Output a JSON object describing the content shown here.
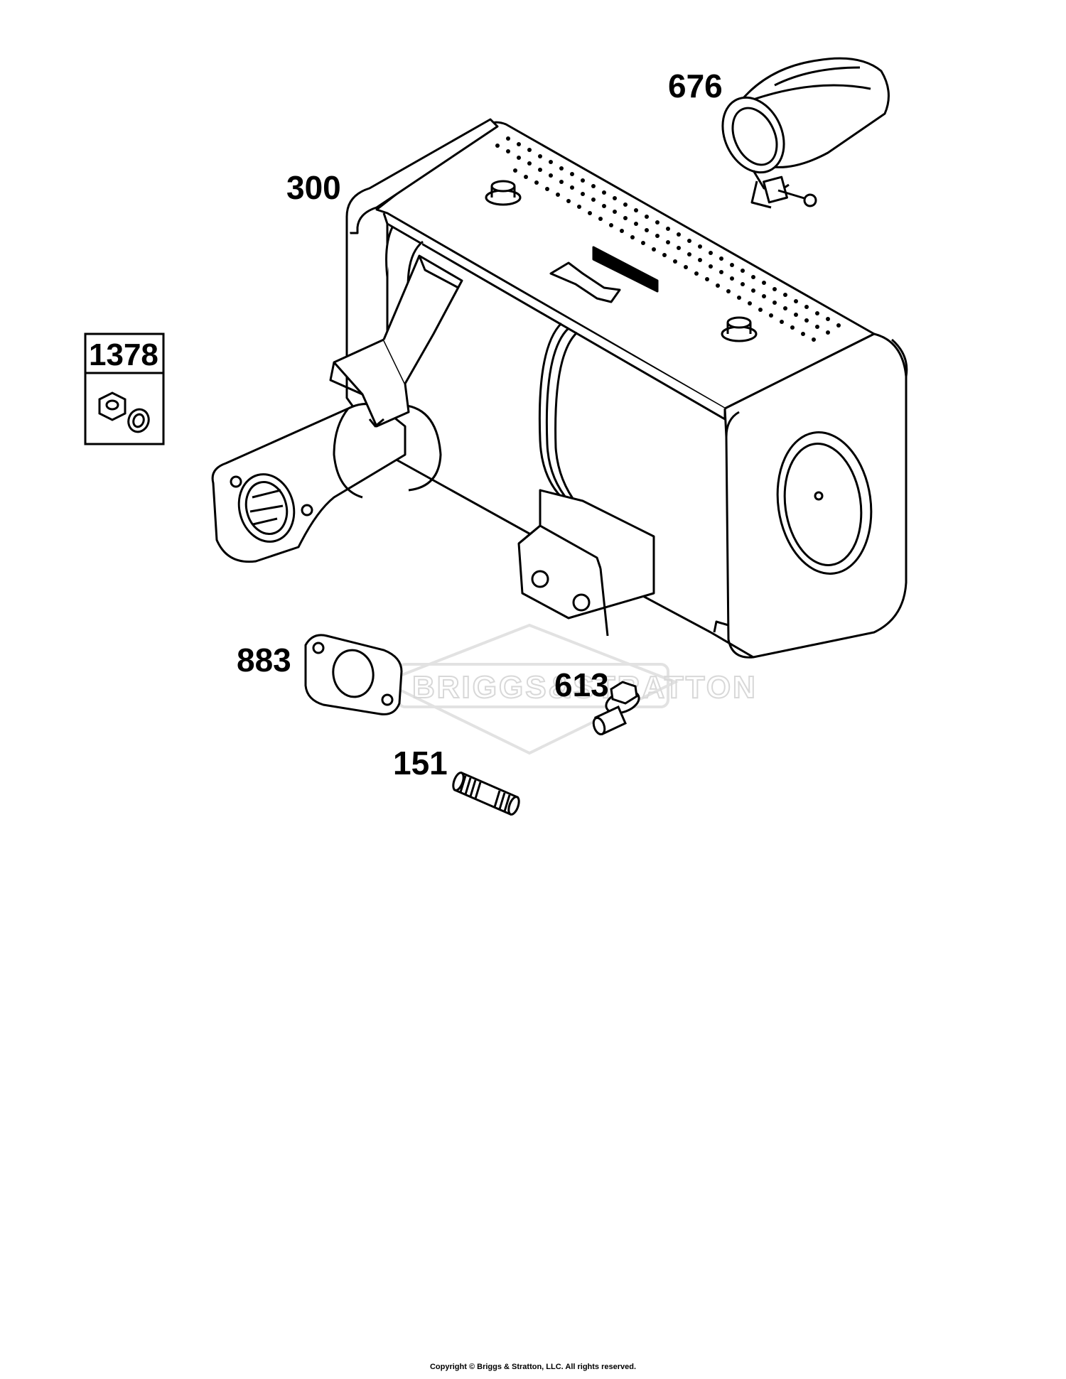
{
  "diagram": {
    "callouts": {
      "muffler": "300",
      "spark_arrester_guard": "676",
      "kit": "1378",
      "gasket": "883",
      "screw": "613",
      "stud": "151"
    },
    "watermark": "BRIGGS&STRATTON",
    "copyright": "Copyright © Briggs & Stratton, LLC. All rights reserved."
  }
}
